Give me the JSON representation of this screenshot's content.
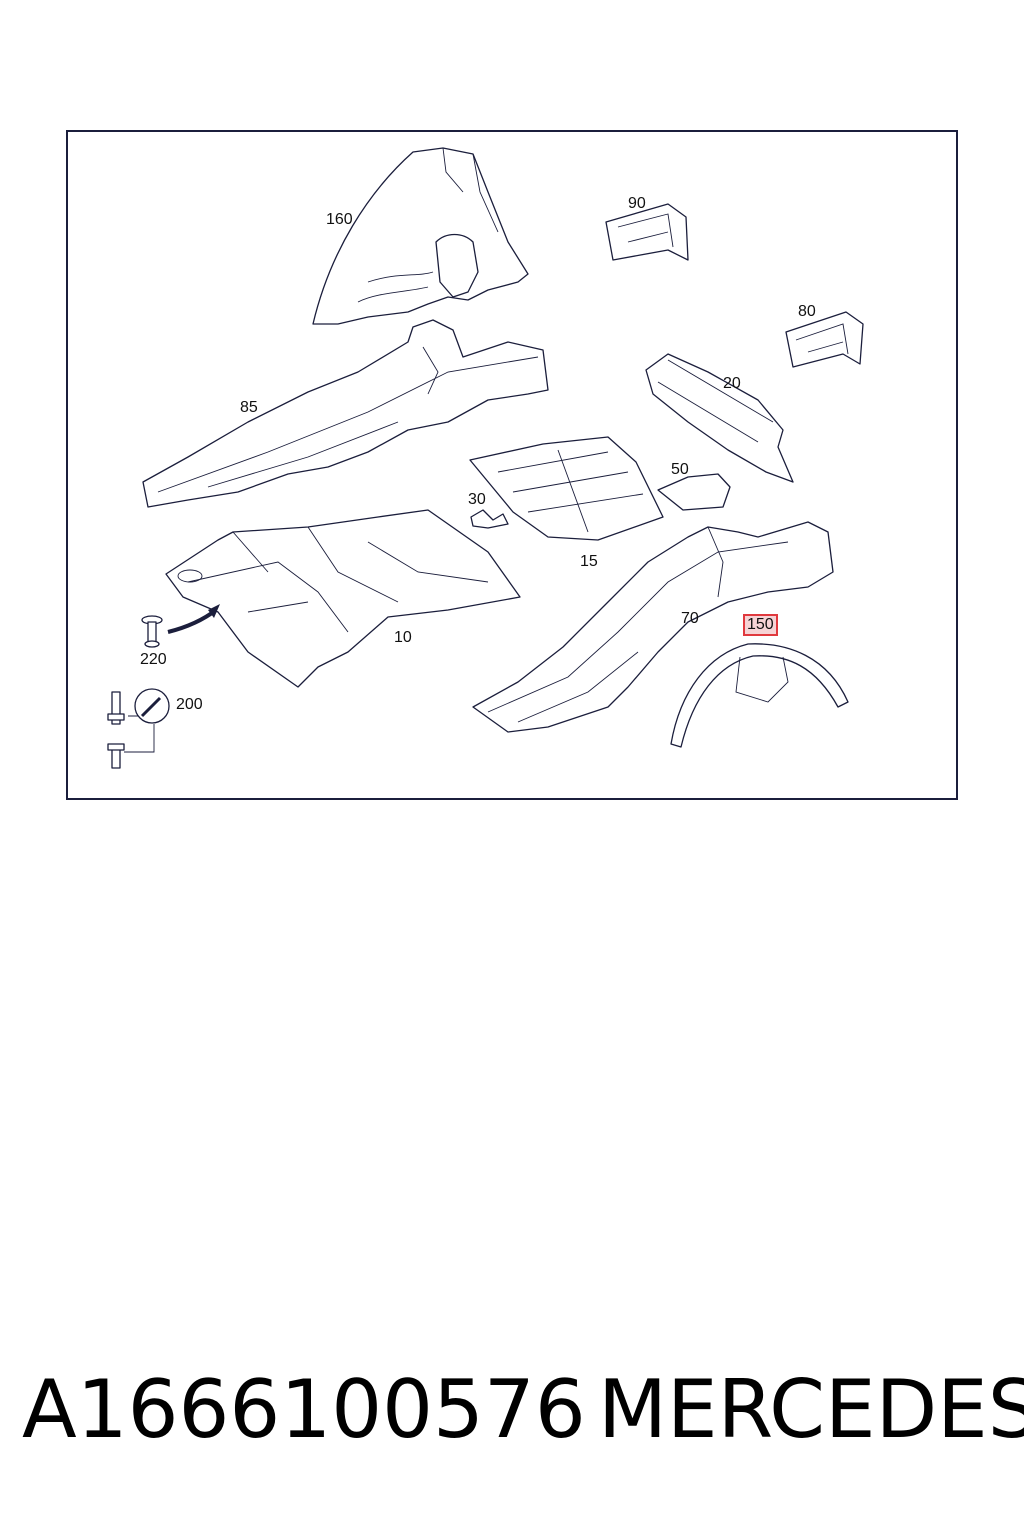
{
  "diagram": {
    "callouts": [
      {
        "id": "160",
        "label": "160"
      },
      {
        "id": "90",
        "label": "90"
      },
      {
        "id": "80",
        "label": "80"
      },
      {
        "id": "85",
        "label": "85"
      },
      {
        "id": "20",
        "label": "20"
      },
      {
        "id": "50",
        "label": "50"
      },
      {
        "id": "30",
        "label": "30"
      },
      {
        "id": "15",
        "label": "15"
      },
      {
        "id": "10",
        "label": "10"
      },
      {
        "id": "70",
        "label": "70"
      },
      {
        "id": "150",
        "label": "150",
        "highlighted": true
      },
      {
        "id": "220",
        "label": "220"
      },
      {
        "id": "200",
        "label": "200"
      }
    ],
    "highlight_color": "#e0393e",
    "line_color": "#1b1e3c"
  },
  "footer": {
    "part_number": "A1666100576",
    "brand": "MERCEDES"
  }
}
